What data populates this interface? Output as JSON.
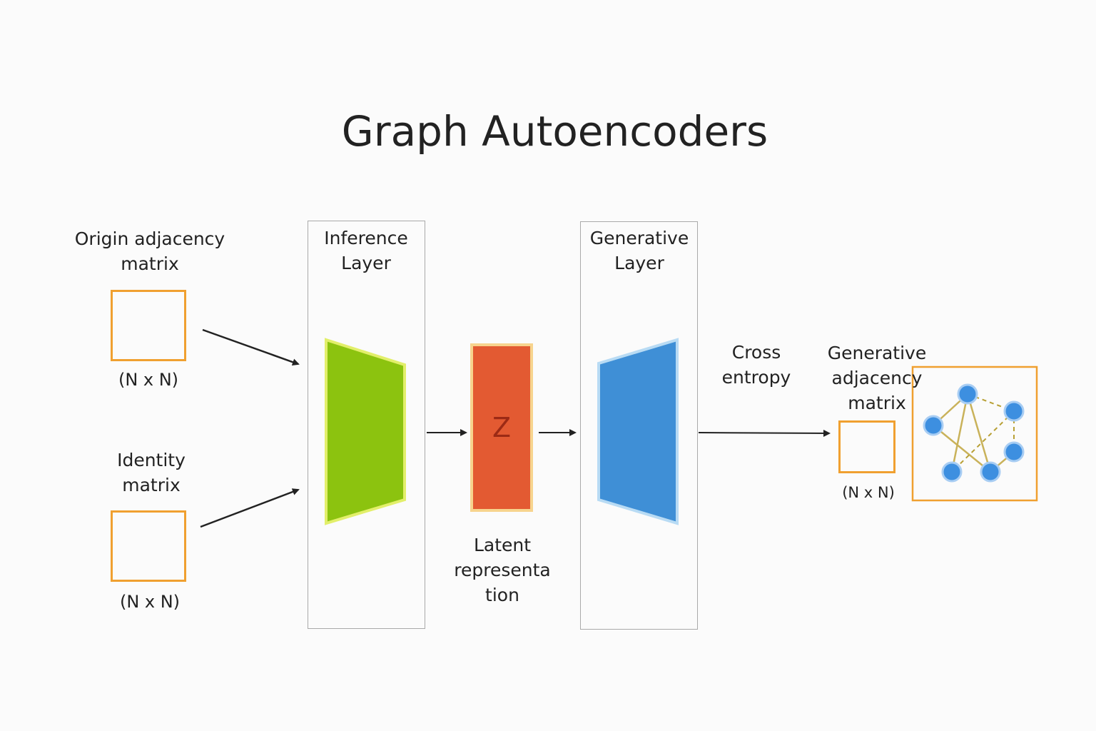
{
  "title": "Graph Autoencoders",
  "inputs": {
    "origin": {
      "label": "Origin adjacency\nmatrix",
      "dim": "(N x N)"
    },
    "identity": {
      "label": "Identity\nmatrix",
      "dim": "(N x N)"
    }
  },
  "inference_layer": {
    "label": "Inference\nLayer",
    "color": "#8cc30f"
  },
  "latent": {
    "symbol": "Z",
    "label": "Latent\nrepresenta\ntion",
    "color": "#e35a32"
  },
  "generative_layer": {
    "label": "Generative\nLayer",
    "color": "#3f8fd6"
  },
  "loss": {
    "label": "Cross\nentropy"
  },
  "output": {
    "label": "Generative\nadjacency\nmatrix",
    "dim": "(N x N)"
  },
  "colors": {
    "matrix_border": "#f0a030",
    "node_fill": "#3d8fe0",
    "edge": "#c9b25a"
  }
}
